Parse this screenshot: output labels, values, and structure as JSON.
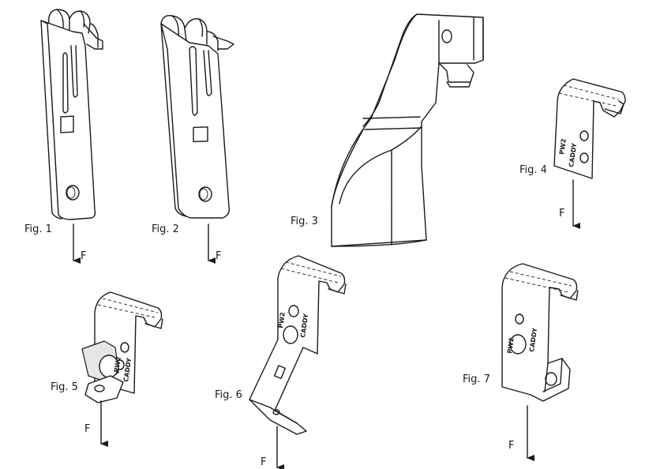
{
  "figures": [
    {
      "id": "fig1",
      "label": "Fig. 1",
      "force": "F"
    },
    {
      "id": "fig2",
      "label": "Fig. 2",
      "force": "F"
    },
    {
      "id": "fig3",
      "label": "Fig. 3"
    },
    {
      "id": "fig4",
      "label": "Fig. 4",
      "force": "F",
      "stamp_line1": "PW2",
      "stamp_line2": "CADDY"
    },
    {
      "id": "fig5",
      "label": "Fig. 5",
      "force": "F",
      "stamp_line1": "PW2",
      "stamp_line2": "CADDY"
    },
    {
      "id": "fig6",
      "label": "Fig. 6",
      "force": "F",
      "stamp_line1": "PW2",
      "stamp_line2": "CADDY"
    },
    {
      "id": "fig7",
      "label": "Fig. 7",
      "force": "F",
      "stamp_line1": "PW2",
      "stamp_line2": "CADDY"
    }
  ]
}
